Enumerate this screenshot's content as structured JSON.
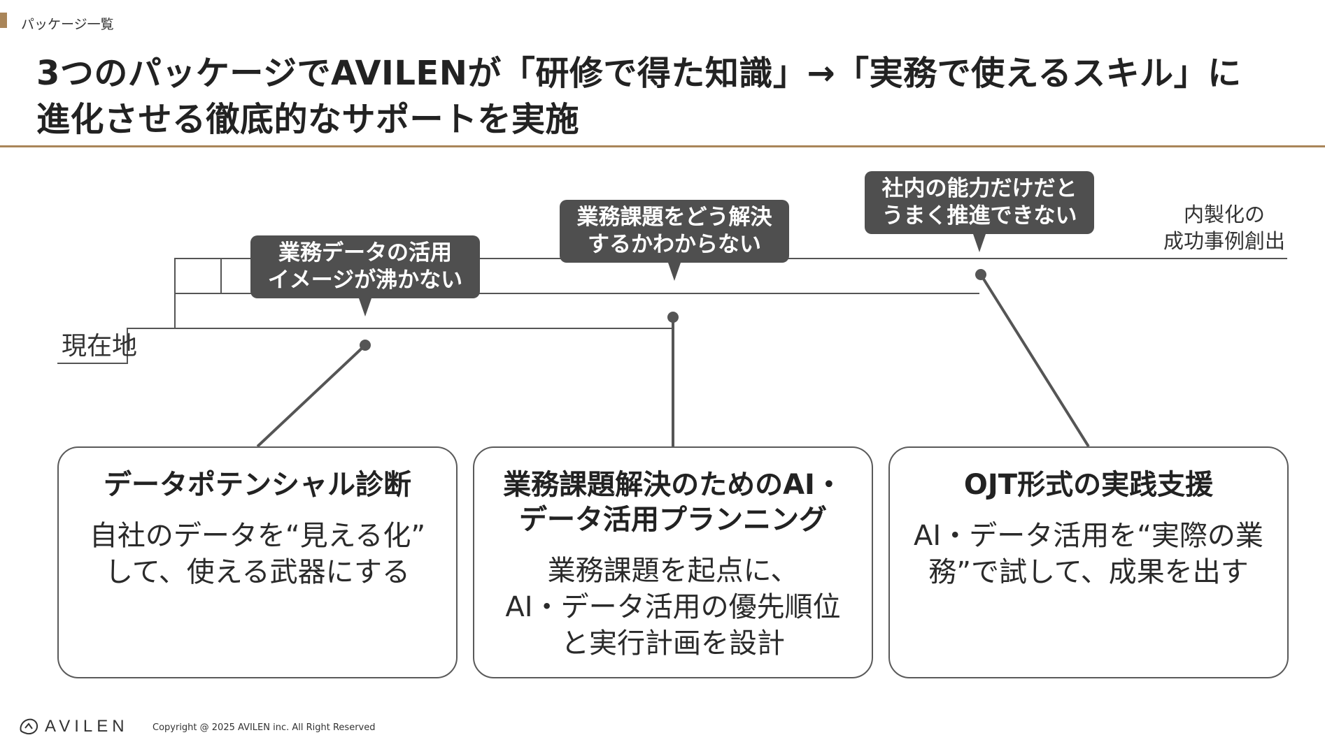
{
  "header": {
    "section_label": "パッケージ一覧",
    "title": "3つのパッケージでAVILENが「研修で得た知識」→「実務で使えるスキル」に\n進化させる徹底的なサポートを実施"
  },
  "diagram": {
    "start_label": "現在地",
    "goal_label": "内製化の\n成功事例創出",
    "callouts": [
      {
        "text": "業務データの活用\nイメージが沸かない"
      },
      {
        "text": "業務課題をどう解決\nするかわからない"
      },
      {
        "text": "社内の能力だけだと\nうまく推進できない"
      }
    ]
  },
  "packages": [
    {
      "title": "データポテンシャル診断",
      "description": "自社のデータを“見える化”\nして、使える武器にする"
    },
    {
      "title": "業務課題解決のためのAI・\nデータ活用プランニング",
      "description": "業務課題を起点に、\nAI・データ活用の優先順位\nと実行計画を設計"
    },
    {
      "title": "OJT形式の実践支援",
      "description": "AI・データ活用を“実際の業\n務”で試して、成果を出す"
    }
  ],
  "footer": {
    "logo_text": "AVILEN",
    "copyright": "Copyright @ 2025 AVILEN inc. All Right Reserved"
  },
  "colors": {
    "accent": "#a98559",
    "callout_bg": "#4f4f4f",
    "line": "#555555"
  }
}
